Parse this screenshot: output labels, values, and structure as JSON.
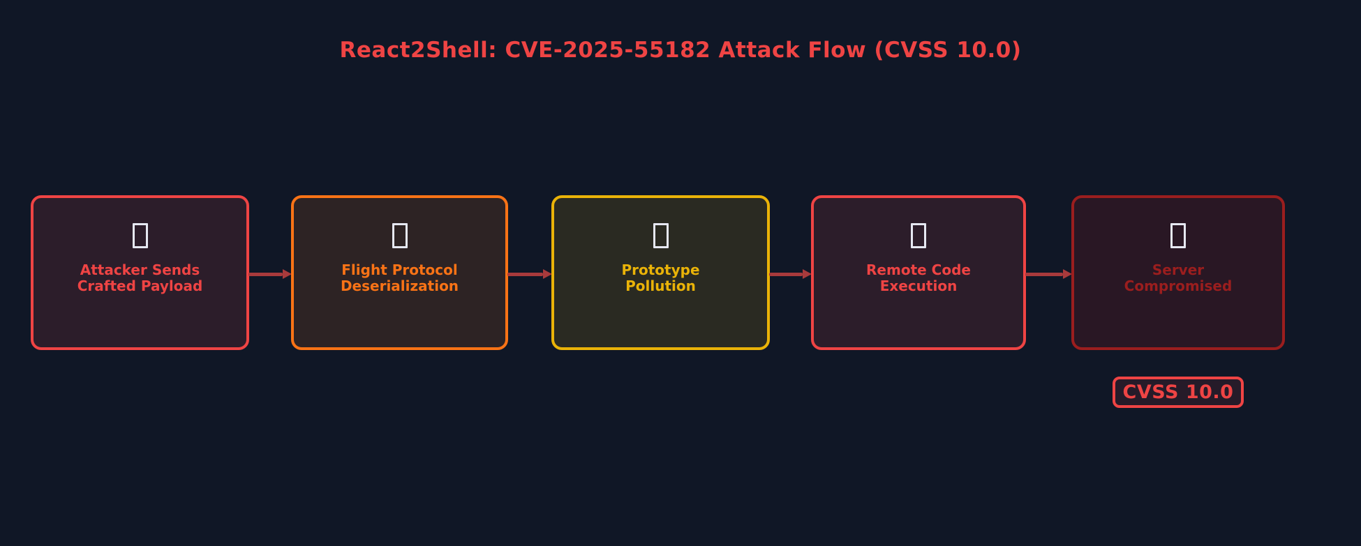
{
  "colors": {
    "background": "#101726",
    "title": "#ef4444",
    "arrow": "#a83a3c",
    "icon_glyph": "#e6e8f2"
  },
  "title": "React2Shell: CVE-2025-55182 Attack Flow (CVSS 10.0)",
  "flow": {
    "steps": [
      {
        "label": "Attacker Sends\nCrafted Payload",
        "icon": "missing-glyph-tofu",
        "border_color": "#ef4444",
        "text_color": "#ef4444",
        "bg_tint": "rgba(239,68,68,0.13)"
      },
      {
        "label": "Flight Protocol\nDeserialization",
        "icon": "missing-glyph-tofu",
        "border_color": "#f97316",
        "text_color": "#f97316",
        "bg_tint": "rgba(249,115,22,0.13)"
      },
      {
        "label": "Prototype\nPollution",
        "icon": "missing-glyph-tofu",
        "border_color": "#eab308",
        "text_color": "#eab308",
        "bg_tint": "rgba(234,179,8,0.12)"
      },
      {
        "label": "Remote Code\nExecution",
        "icon": "missing-glyph-tofu",
        "border_color": "#ef4444",
        "text_color": "#ef4444",
        "bg_tint": "rgba(239,68,68,0.13)"
      },
      {
        "label": "Server\nCompromised",
        "icon": "missing-glyph-tofu",
        "border_color": "#9b1e1e",
        "text_color": "#9b1e1e",
        "bg_tint": "rgba(155,30,30,0.18)"
      }
    ]
  },
  "badge": {
    "label": "CVSS 10.0",
    "border_color": "#ef4444",
    "text_color": "#ef4444",
    "bg_tint": "rgba(239,68,68,0.10)"
  }
}
